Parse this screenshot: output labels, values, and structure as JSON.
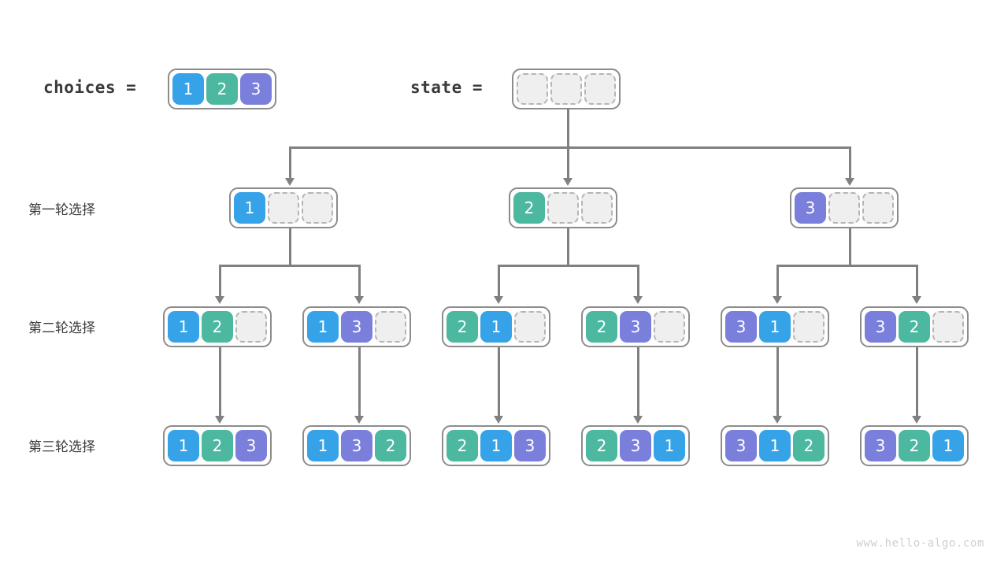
{
  "diagram": {
    "title": "permutation-backtracking-tree",
    "watermark": "www.hello-algo.com",
    "colors": {
      "value_1": "#36a3e8",
      "value_2": "#4cb8a0",
      "value_3": "#7a7fdc",
      "empty_cell": "#efefef",
      "border": "#8c8c8c",
      "connector": "#808080",
      "text": "#3a3a3a"
    }
  },
  "header": {
    "choices_label": "choices =",
    "choices_cells": [
      "1",
      "2",
      "3"
    ],
    "state_label": "state =",
    "state_cells": [
      "",
      "",
      ""
    ]
  },
  "rows": [
    {
      "label": "第一轮选择",
      "nodes": [
        {
          "cells": [
            "1",
            "",
            ""
          ]
        },
        {
          "cells": [
            "2",
            "",
            ""
          ]
        },
        {
          "cells": [
            "3",
            "",
            ""
          ]
        }
      ]
    },
    {
      "label": "第二轮选择",
      "nodes": [
        {
          "cells": [
            "1",
            "2",
            ""
          ]
        },
        {
          "cells": [
            "1",
            "3",
            ""
          ]
        },
        {
          "cells": [
            "2",
            "1",
            ""
          ]
        },
        {
          "cells": [
            "2",
            "3",
            ""
          ]
        },
        {
          "cells": [
            "3",
            "1",
            ""
          ]
        },
        {
          "cells": [
            "3",
            "2",
            ""
          ]
        }
      ]
    },
    {
      "label": "第三轮选择",
      "nodes": [
        {
          "cells": [
            "1",
            "2",
            "3"
          ]
        },
        {
          "cells": [
            "1",
            "3",
            "2"
          ]
        },
        {
          "cells": [
            "2",
            "1",
            "3"
          ]
        },
        {
          "cells": [
            "2",
            "3",
            "1"
          ]
        },
        {
          "cells": [
            "3",
            "1",
            "2"
          ]
        },
        {
          "cells": [
            "3",
            "2",
            "1"
          ]
        }
      ]
    }
  ]
}
